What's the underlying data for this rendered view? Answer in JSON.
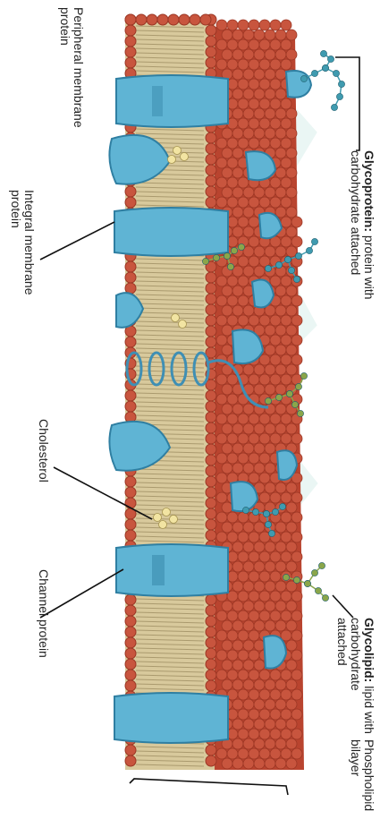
{
  "labels": {
    "peripheral": {
      "line1": "Peripheral membrane",
      "line2": "protein"
    },
    "integral": {
      "line1": "Integral membrane",
      "line2": "protein"
    },
    "cholesterol": {
      "line1": "Cholesterol"
    },
    "channel": {
      "line1": "Channel protein"
    },
    "glycoprotein": {
      "bold": "Glycoprotein:",
      "rest": " protein with",
      "line2": "carbohydrate attached"
    },
    "glycolipid": {
      "bold": "Glycolipid:",
      "rest": " lipid with",
      "line2": "carbohydrate",
      "line3": "attached"
    },
    "bilayer": {
      "line1": "Phospholipid",
      "line2": "bilayer"
    }
  },
  "colors": {
    "head": "#c8553e",
    "head_dark": "#9b3624",
    "tail": "#c9b88a",
    "protein": "#5fb4d4",
    "protein_dark": "#2f7fa2",
    "cholesterol": "#f2e4a2",
    "glyco_blue": "#3f9bb0",
    "glyco_green": "#8aa64a",
    "watermark": "#eaf6f4"
  }
}
